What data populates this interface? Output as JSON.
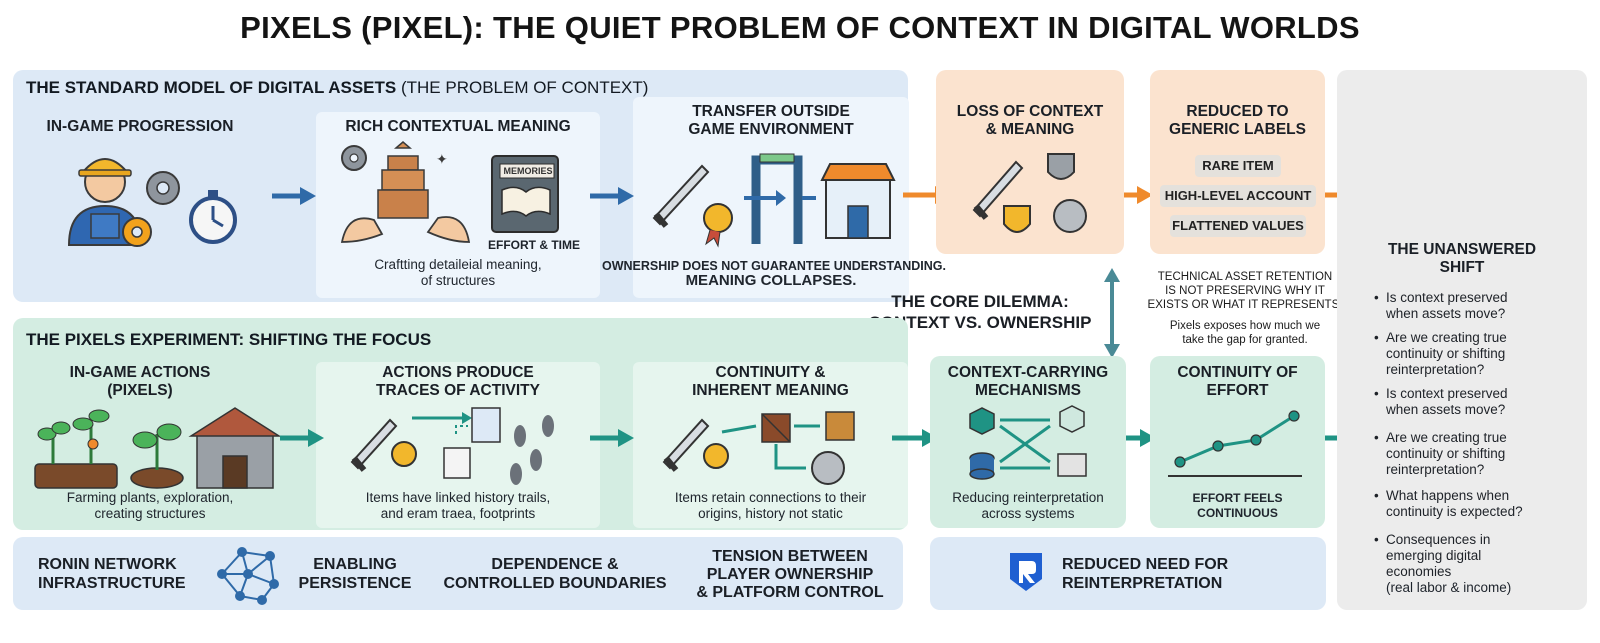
{
  "title": "PIXELS (PIXEL): THE QUIET PROBLEM OF CONTEXT IN DIGITAL WORLDS",
  "standard": {
    "heading": "THE STANDARD MODEL OF DIGITAL ASSETS",
    "heading_note": "(THE PROBLEM OF CONTEXT)",
    "card1": {
      "title": "IN-GAME PROGRESSION"
    },
    "card2": {
      "title": "RICH CONTEXTUAL MEANING",
      "book_label": "MEMORIES",
      "effort_label": "EFFORT & TIME",
      "caption_l1": "Craftting detaileial meaning,",
      "caption_l2": "of structures"
    },
    "card3": {
      "title_l1": "TRANSFER OUTSIDE",
      "title_l2": "GAME ENVIRONMENT",
      "caption_l1": "OWNERSHIP DOES NOT GUARANTEE UNDERSTANDING.",
      "caption_l2": "MEANING COLLAPSES."
    }
  },
  "loss": {
    "title_l1": "LOSS OF CONTEXT",
    "title_l2": "& MEANING"
  },
  "reduced": {
    "title_l1": "REDUCED TO",
    "title_l2": "GENERIC LABELS",
    "labels": [
      "RARE ITEM",
      "HIGH-LEVEL ACCOUNT",
      "FLATTENED VALUES"
    ]
  },
  "dilemma": {
    "title_l1": "THE CORE DILEMMA:",
    "title_l2": "CONTEXT VS. OWNERSHIP",
    "note1_l1": "TECHNICAL ASSET RETENTION",
    "note1_l2": "IS NOT PRESERVING WHY IT",
    "note1_l3": "EXISTS OR WHAT IT REPRESENTS.",
    "note2_l1": "Pixels exposes how much we",
    "note2_l2": "take the gap for granted."
  },
  "experiment": {
    "heading": "THE PIXELS EXPERIMENT: SHIFTING THE FOCUS",
    "card1": {
      "title_l1": "IN-GAME ACTIONS",
      "title_l2": "(PIXELS)",
      "caption_l1": "Farming plants, exploration,",
      "caption_l2": "creating structures"
    },
    "card2": {
      "title_l1": "ACTIONS PRODUCE",
      "title_l2": "TRACES OF ACTIVITY",
      "caption_l1": "Items have linked history trails,",
      "caption_l2": "and eram traea, footprints"
    },
    "card3": {
      "title_l1": "CONTINUITY &",
      "title_l2": "INHERENT MEANING",
      "caption_l1": "Items retain connections to their",
      "caption_l2": "origins, history not static"
    }
  },
  "mechanisms": {
    "title_l1": "CONTEXT-CARRYING",
    "title_l2": "MECHANISMS",
    "caption_l1": "Reducing reinterpretation",
    "caption_l2": "across systems"
  },
  "continuity": {
    "title_l1": "CONTINUITY OF",
    "title_l2": "EFFORT",
    "caption_l1": "EFFORT FEELS",
    "caption_l2": "CONTINUOUS"
  },
  "shift": {
    "title_l1": "THE UNANSWERED",
    "title_l2": "SHIFT",
    "questions": [
      {
        "l1": "Is context preserved",
        "l2": "when assets move?",
        "l3": ""
      },
      {
        "l1": "Are we creating true",
        "l2": "continuity or shifting",
        "l3": "reinterpretation?"
      },
      {
        "l1": "Is context preserved",
        "l2": "when assets move?",
        "l3": ""
      },
      {
        "l1": "Are we creating true",
        "l2": "continuity or shifting",
        "l3": "reinterpretation?"
      },
      {
        "l1": "What happens when",
        "l2": "continuity is expected?",
        "l3": ""
      },
      {
        "l1": "Consequences in",
        "l2": "emerging digital",
        "l3": "economies"
      }
    ],
    "footnote": "(real labor & income)"
  },
  "ronin": {
    "label_l1": "RONIN NETWORK",
    "label_l2": "INFRASTRUCTURE",
    "persist_l1": "ENABLING",
    "persist_l2": "PERSISTENCE",
    "depend_l1": "DEPENDENCE &",
    "depend_l2": "CONTROLLED BOUNDARIES",
    "tension_l1": "TENSION BETWEEN",
    "tension_l2": "PLAYER OWNERSHIP",
    "tension_l3": "& PLATFORM CONTROL",
    "reduced_l1": "REDUCED NEED FOR",
    "reduced_l2": "REINTERPRETATION"
  },
  "colors": {
    "blue_arrow": "#2f6aa8",
    "orange_arrow": "#ef8a2c",
    "teal_arrow": "#1f9384",
    "blue_panel": "#dde9f6",
    "green_panel": "#d4ede2",
    "peach_panel": "#fbe3cf"
  }
}
